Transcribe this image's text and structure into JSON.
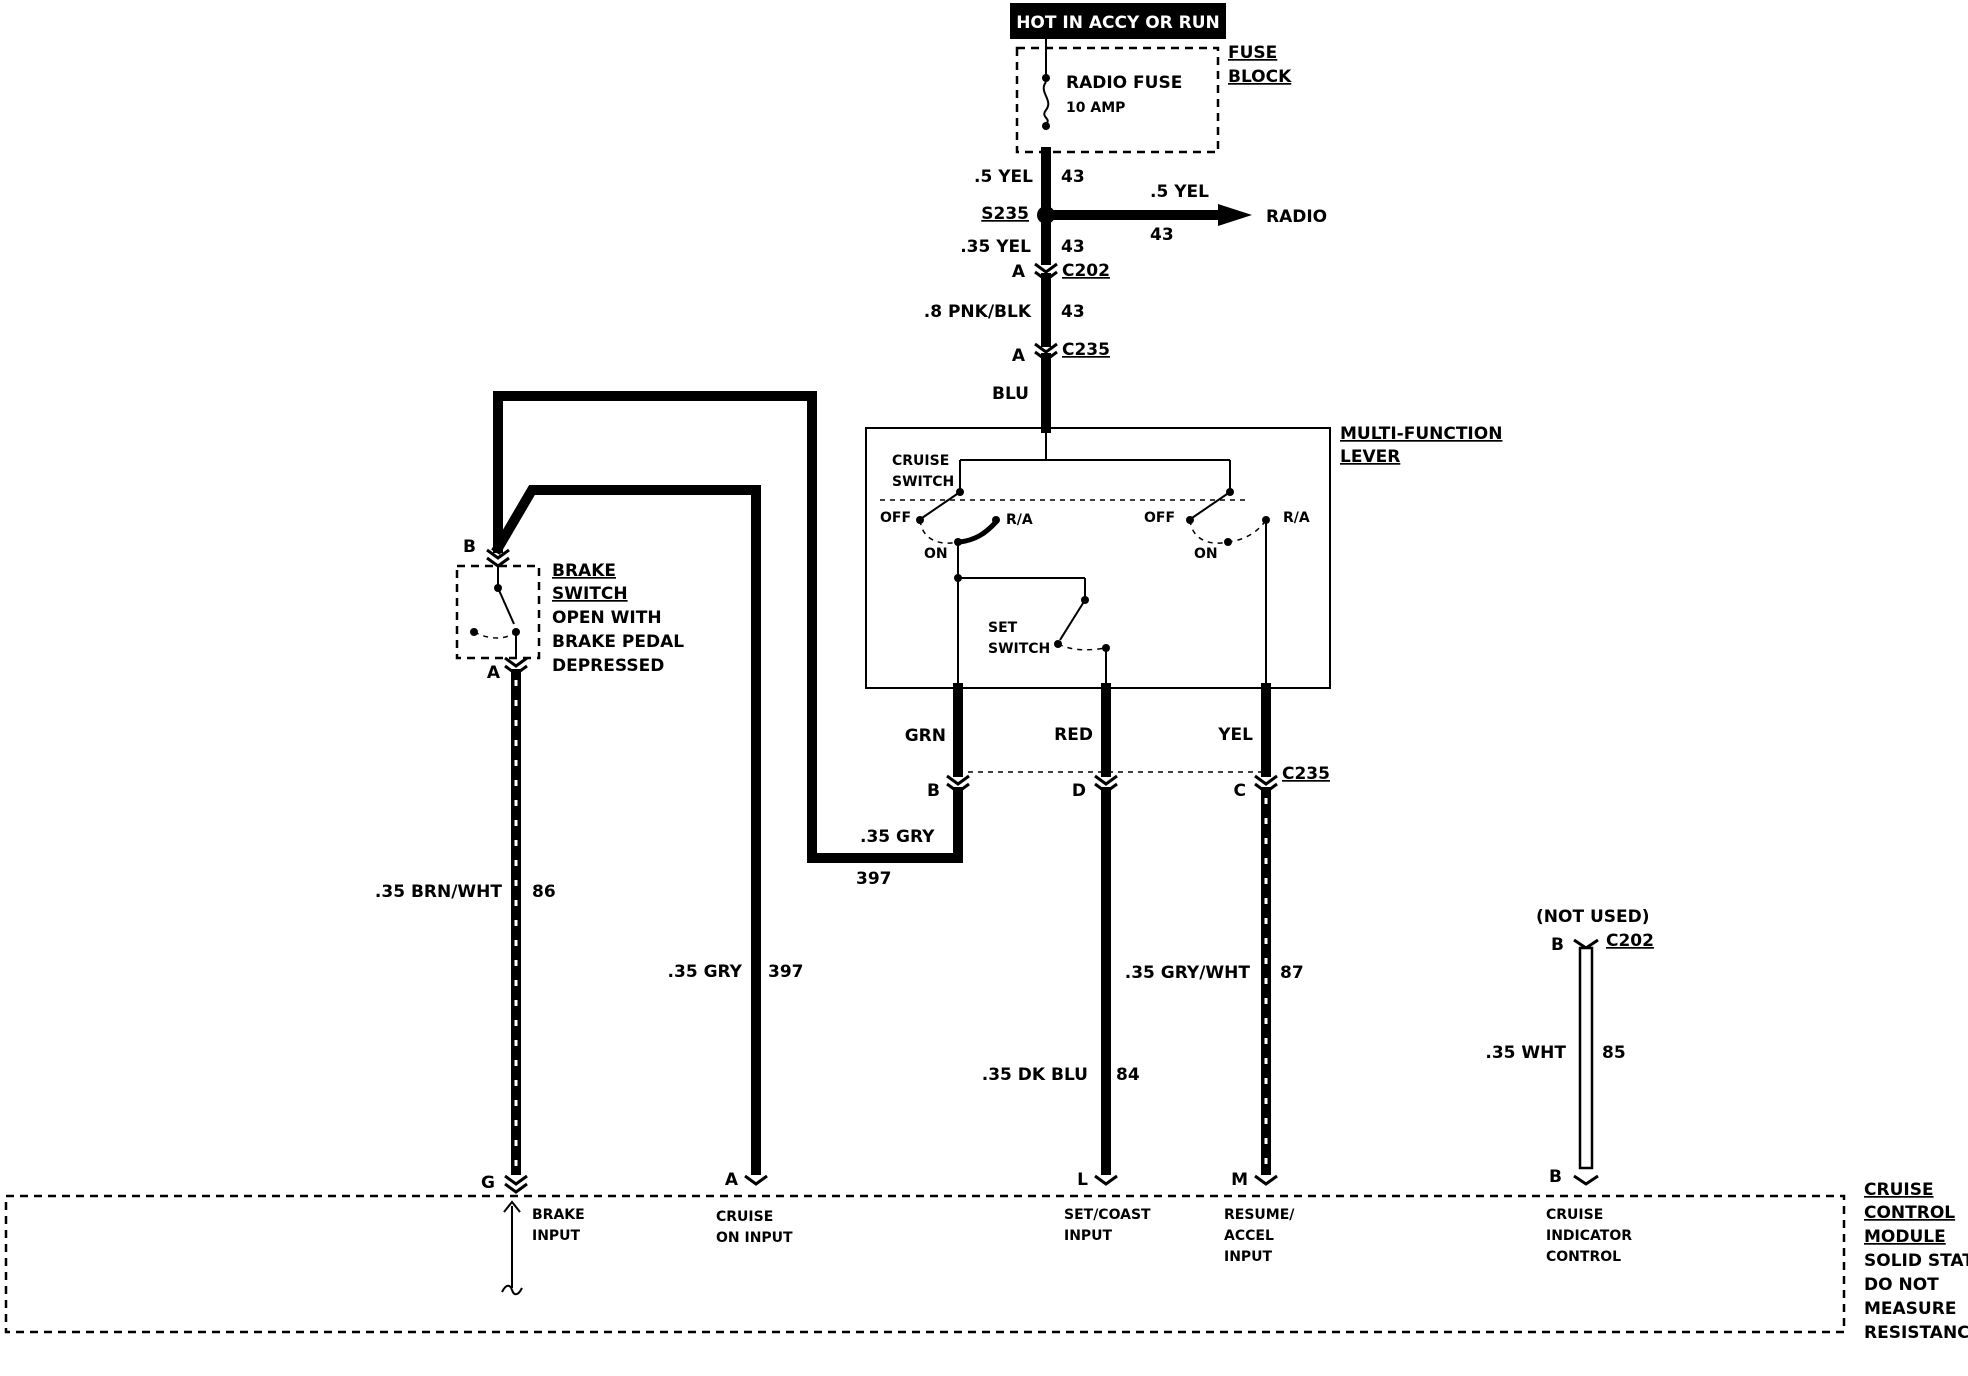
{
  "header": {
    "power_label": "HOT IN ACCY OR RUN"
  },
  "fuse_block": {
    "title_line1": "FUSE",
    "title_line2": "BLOCK",
    "fuse_name": "RADIO FUSE",
    "fuse_rating": "10 AMP"
  },
  "feed_wires": {
    "w1_color": ".5 YEL",
    "w1_circuit": "43",
    "splice": "S235",
    "radio_color": ".5 YEL",
    "radio_circuit": "43",
    "radio_dest": "RADIO",
    "w2_color": ".35 YEL",
    "w2_circuit": "43",
    "c202_pin": "A",
    "c202": "C202",
    "w3_color": ".8 PNK/BLK",
    "w3_circuit": "43",
    "c235_pin": "A",
    "c235": "C235",
    "w4_color": "BLU"
  },
  "multi_function_lever": {
    "title_line1": "MULTI-FUNCTION",
    "title_line2": "LEVER",
    "cruise_switch_line1": "CRUISE",
    "cruise_switch_line2": "SWITCH",
    "off_left": "OFF",
    "ra_left": "R/A",
    "on_left": "ON",
    "off_right": "OFF",
    "ra_right": "R/A",
    "on_right": "ON",
    "set_switch_line1": "SET",
    "set_switch_line2": "SWITCH",
    "out_grn": "GRN",
    "out_red": "RED",
    "out_yel": "YEL"
  },
  "c235_lower": {
    "label": "C235",
    "pin_b": "B",
    "pin_d": "D",
    "pin_c": "C"
  },
  "brake_switch": {
    "title_line1": "BRAKE",
    "title_line2": "SWITCH",
    "desc_line1": "OPEN WITH",
    "desc_line2": "BRAKE PEDAL",
    "desc_line3": "DEPRESSED",
    "pin_b": "B",
    "pin_a": "A"
  },
  "wires": {
    "gry_color": ".35 GRY",
    "gry_circuit": "397",
    "brn_color": ".35 BRN/WHT",
    "brn_circuit": "86",
    "cruise_gry_color": ".35 GRY",
    "cruise_gry_circuit": "397",
    "dkblu_color": ".35 DK BLU",
    "dkblu_circuit": "84",
    "grywht_color": ".35 GRY/WHT",
    "grywht_circuit": "87",
    "not_used": "(NOT USED)",
    "wht_pin": "B",
    "wht_connector": "C202",
    "wht_color": ".35 WHT",
    "wht_circuit": "85"
  },
  "module": {
    "title_line1": "CRUISE",
    "title_line2": "CONTROL",
    "title_line3": "MODULE",
    "note_line1": "SOLID STATE",
    "note_line2": "DO NOT",
    "note_line3": "MEASURE",
    "note_line4": "RESISTANCE",
    "pins": {
      "g": "G",
      "g_line1": "BRAKE",
      "g_line2": "INPUT",
      "a": "A",
      "a_line1": "CRUISE",
      "a_line2": "ON INPUT",
      "l": "L",
      "l_line1": "SET/COAST",
      "l_line2": "INPUT",
      "m": "M",
      "m_line1": "RESUME/",
      "m_line2": "ACCEL",
      "m_line3": "INPUT",
      "b": "B",
      "b_line1": "CRUISE",
      "b_line2": "INDICATOR",
      "b_line3": "CONTROL"
    }
  }
}
